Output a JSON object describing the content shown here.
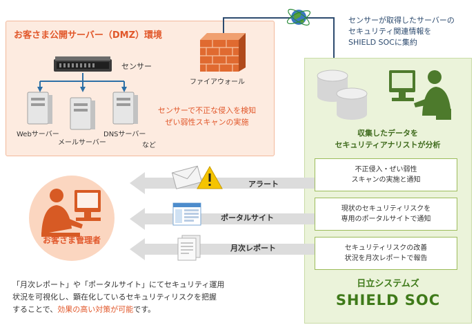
{
  "dmz": {
    "title": "お客さま公開サーバー（DMZ）環境",
    "sensor_label": "センサー",
    "firewall_label": "ファイアウォール",
    "detection_line1": "センサーで不正な侵入を検知",
    "detection_line2": "ぜい弱性スキャンの実施",
    "servers": {
      "web": "Webサーバー",
      "mail": "メールサーバー",
      "dns": "DNSサーバー",
      "etc": "など"
    }
  },
  "info": {
    "line1": "センサーが取得したサーバーの",
    "line2": "セキュリティ関連情報を",
    "line3": "SHIELD SOCに集約"
  },
  "soc": {
    "caption_line1": "収集したデータを",
    "caption_line2": "セキュリティアナリストが分析",
    "services": [
      {
        "line1": "不正侵入・ぜい弱性",
        "line2": "スキャンの実施と通知"
      },
      {
        "line1": "現状のセキュリティリスクを",
        "line2": "専用のポータルサイトで通知"
      },
      {
        "line1": "セキュリティリスクの改善",
        "line2": "状況を月次レポートで報告"
      }
    ],
    "name_jp": "日立システムズ",
    "name_en": "SHIELD SOC"
  },
  "arrows": {
    "alert": "アラート",
    "portal": "ポータルサイト",
    "report": "月次レポート"
  },
  "admin_label": "お客さま管理者",
  "bottom_text": {
    "line1": "「月次レポート」や「ポータルサイト」にてセキュリティ運用",
    "line2": "状況を可視化し、顕在化しているセキュリティリスクを把握",
    "line3_before": "することで、",
    "line3_highlight": "効果の高い対策が可能",
    "line3_after": "です。"
  },
  "colors": {
    "dmz_bg": "#fdebe0",
    "accent_orange": "#e1572a",
    "soc_bg": "#ebf3da",
    "soc_green": "#3f7a1a",
    "arrow_gray": "#dcdcdc"
  }
}
